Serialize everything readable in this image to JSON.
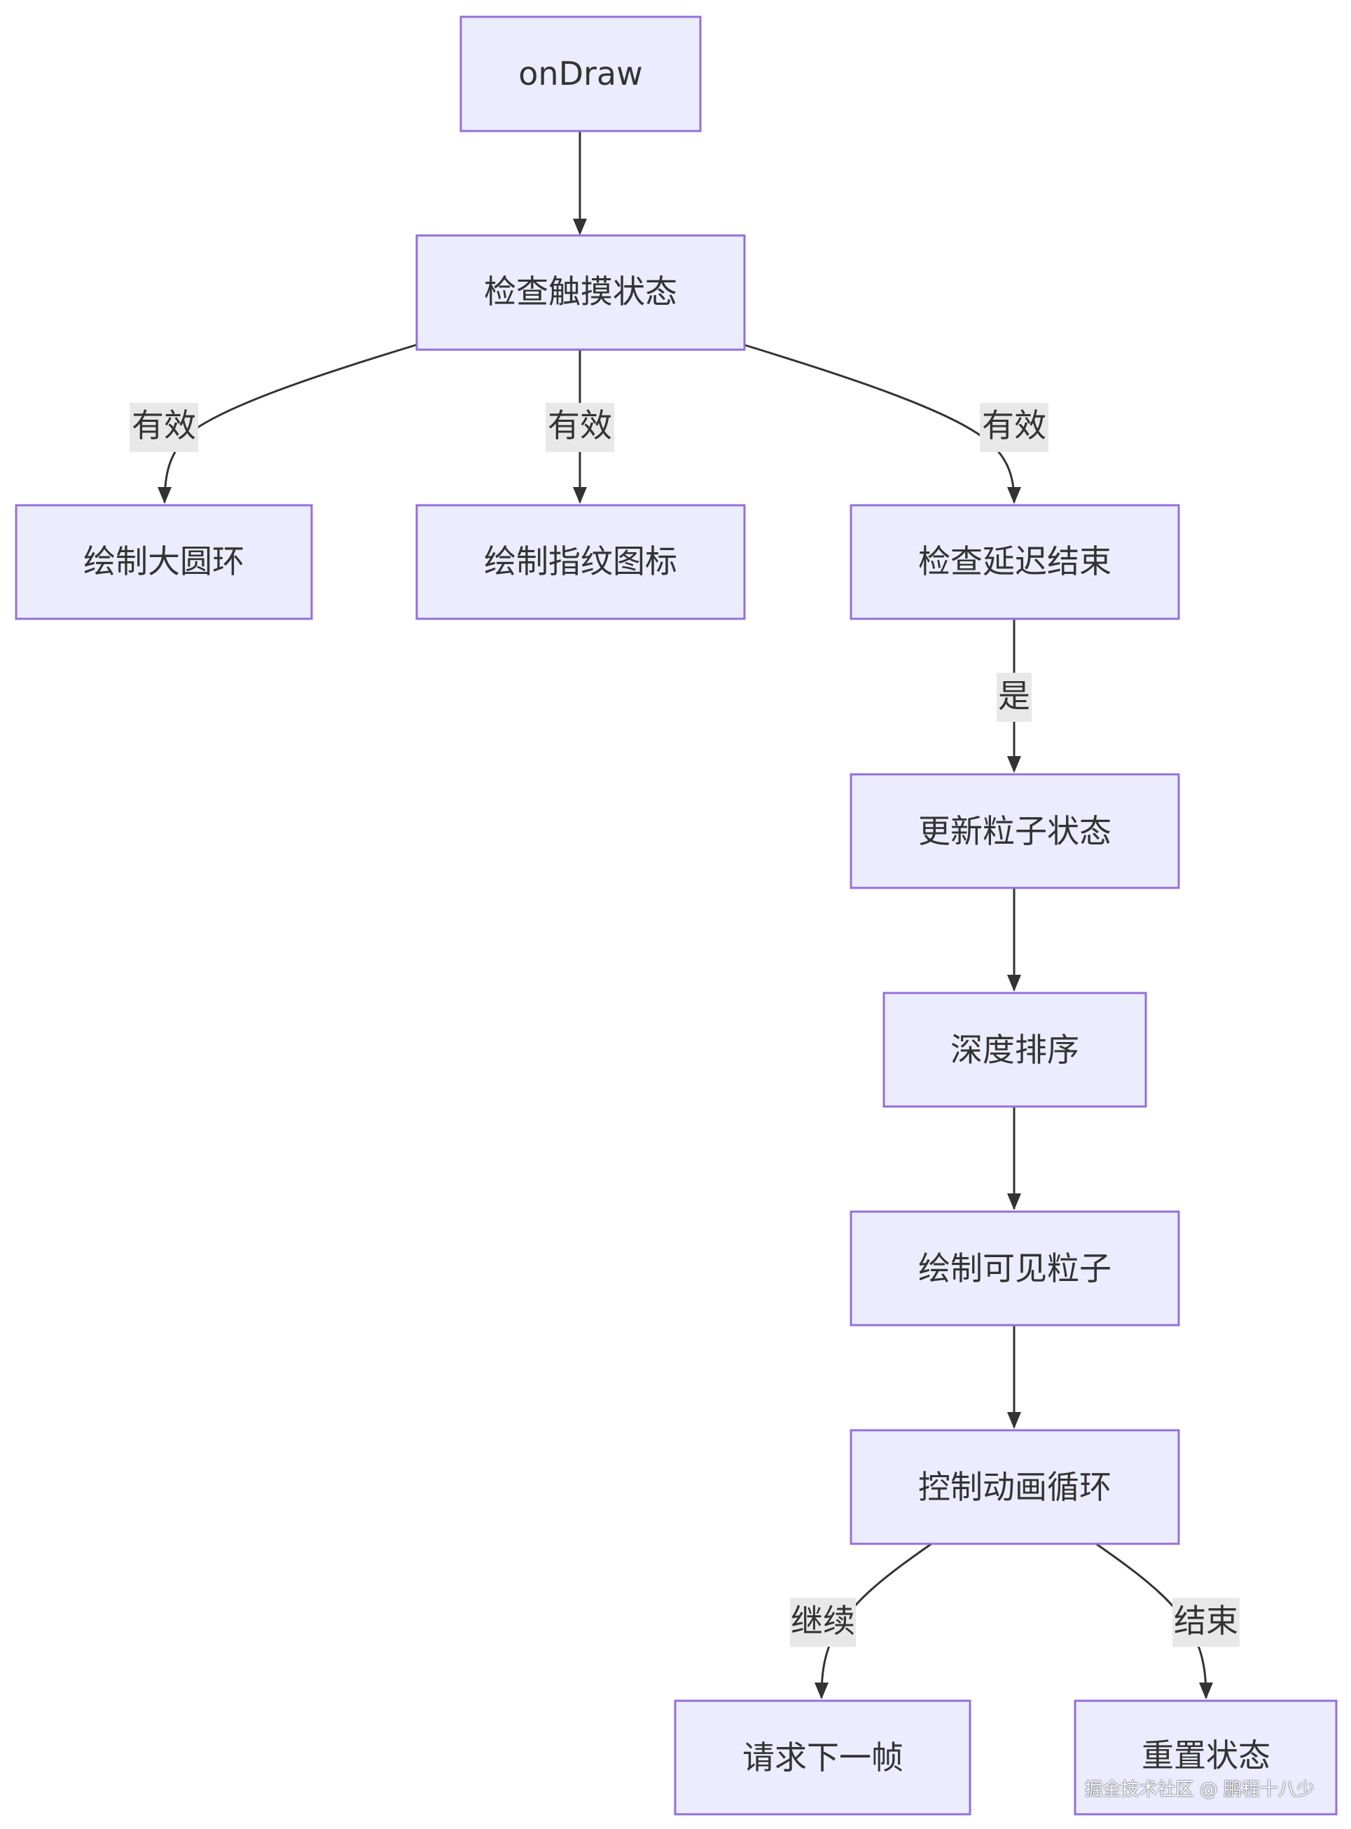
{
  "nodes": {
    "ondraw": "onDraw",
    "check_touch": "检查触摸状态",
    "draw_ring": "绘制大圆环",
    "draw_fingerprint": "绘制指纹图标",
    "check_delay": "检查延迟结束",
    "update_particles": "更新粒子状态",
    "depth_sort": "深度排序",
    "draw_visible": "绘制可见粒子",
    "control_loop": "控制动画循环",
    "request_frame": "请求下一帧",
    "reset_state": "重置状态"
  },
  "edge_labels": {
    "valid_left": "有效",
    "valid_mid": "有效",
    "valid_right": "有效",
    "yes": "是",
    "continue": "继续",
    "end": "结束"
  },
  "colors": {
    "node_fill": "#ececff",
    "node_stroke": "#9370db",
    "edge": "#333333",
    "label_bg": "#e8e8e8"
  },
  "watermark": "掘金技术社区 @ 鹏程十八少"
}
